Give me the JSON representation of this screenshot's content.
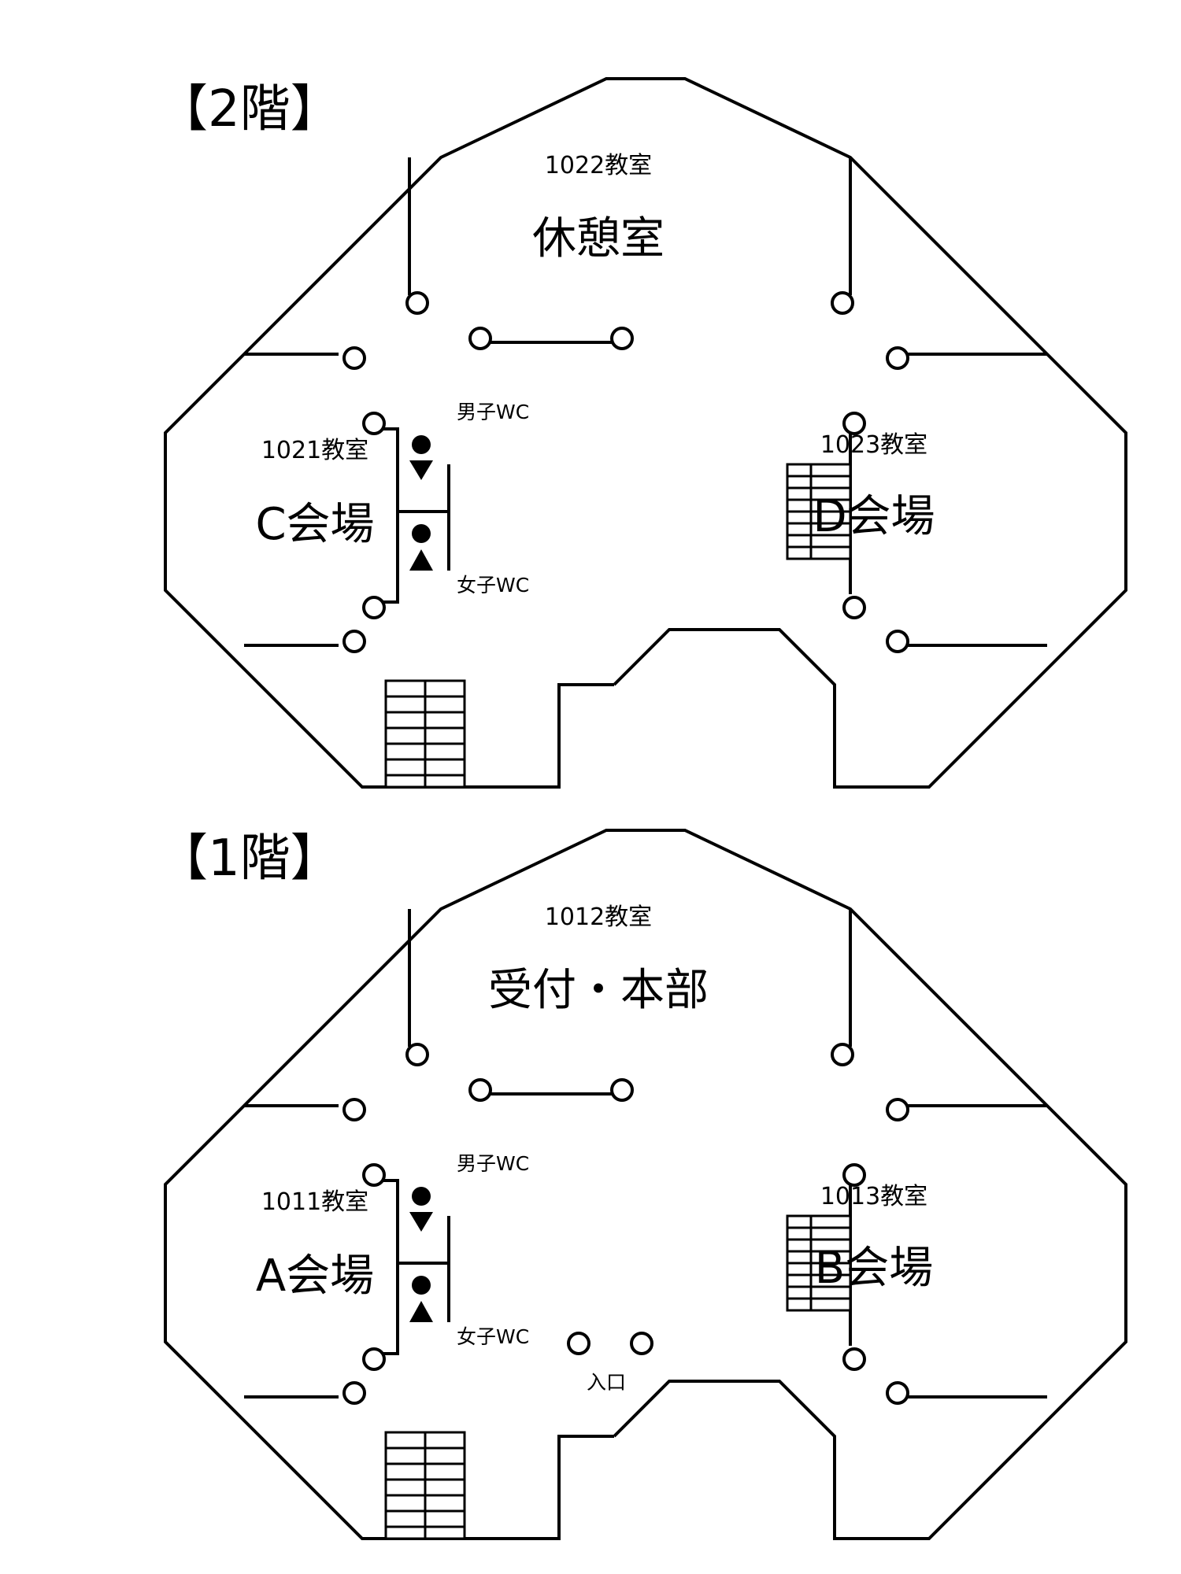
{
  "floors": [
    {
      "title": "【2階】",
      "rooms": {
        "top": {
          "number": "1022教室",
          "name": "休憩室"
        },
        "left": {
          "number": "1021教室",
          "name": "C会場"
        },
        "right": {
          "number": "1023教室",
          "name": "D会場"
        }
      },
      "wc_men": "男子WC",
      "wc_women": "女子WC"
    },
    {
      "title": "【1階】",
      "rooms": {
        "top": {
          "number": "1012教室",
          "name": "受付・本部"
        },
        "left": {
          "number": "1011教室",
          "name": "A会場"
        },
        "right": {
          "number": "1013教室",
          "name": "B会場"
        }
      },
      "wc_men": "男子WC",
      "wc_women": "女子WC",
      "entrance": "入口"
    }
  ]
}
